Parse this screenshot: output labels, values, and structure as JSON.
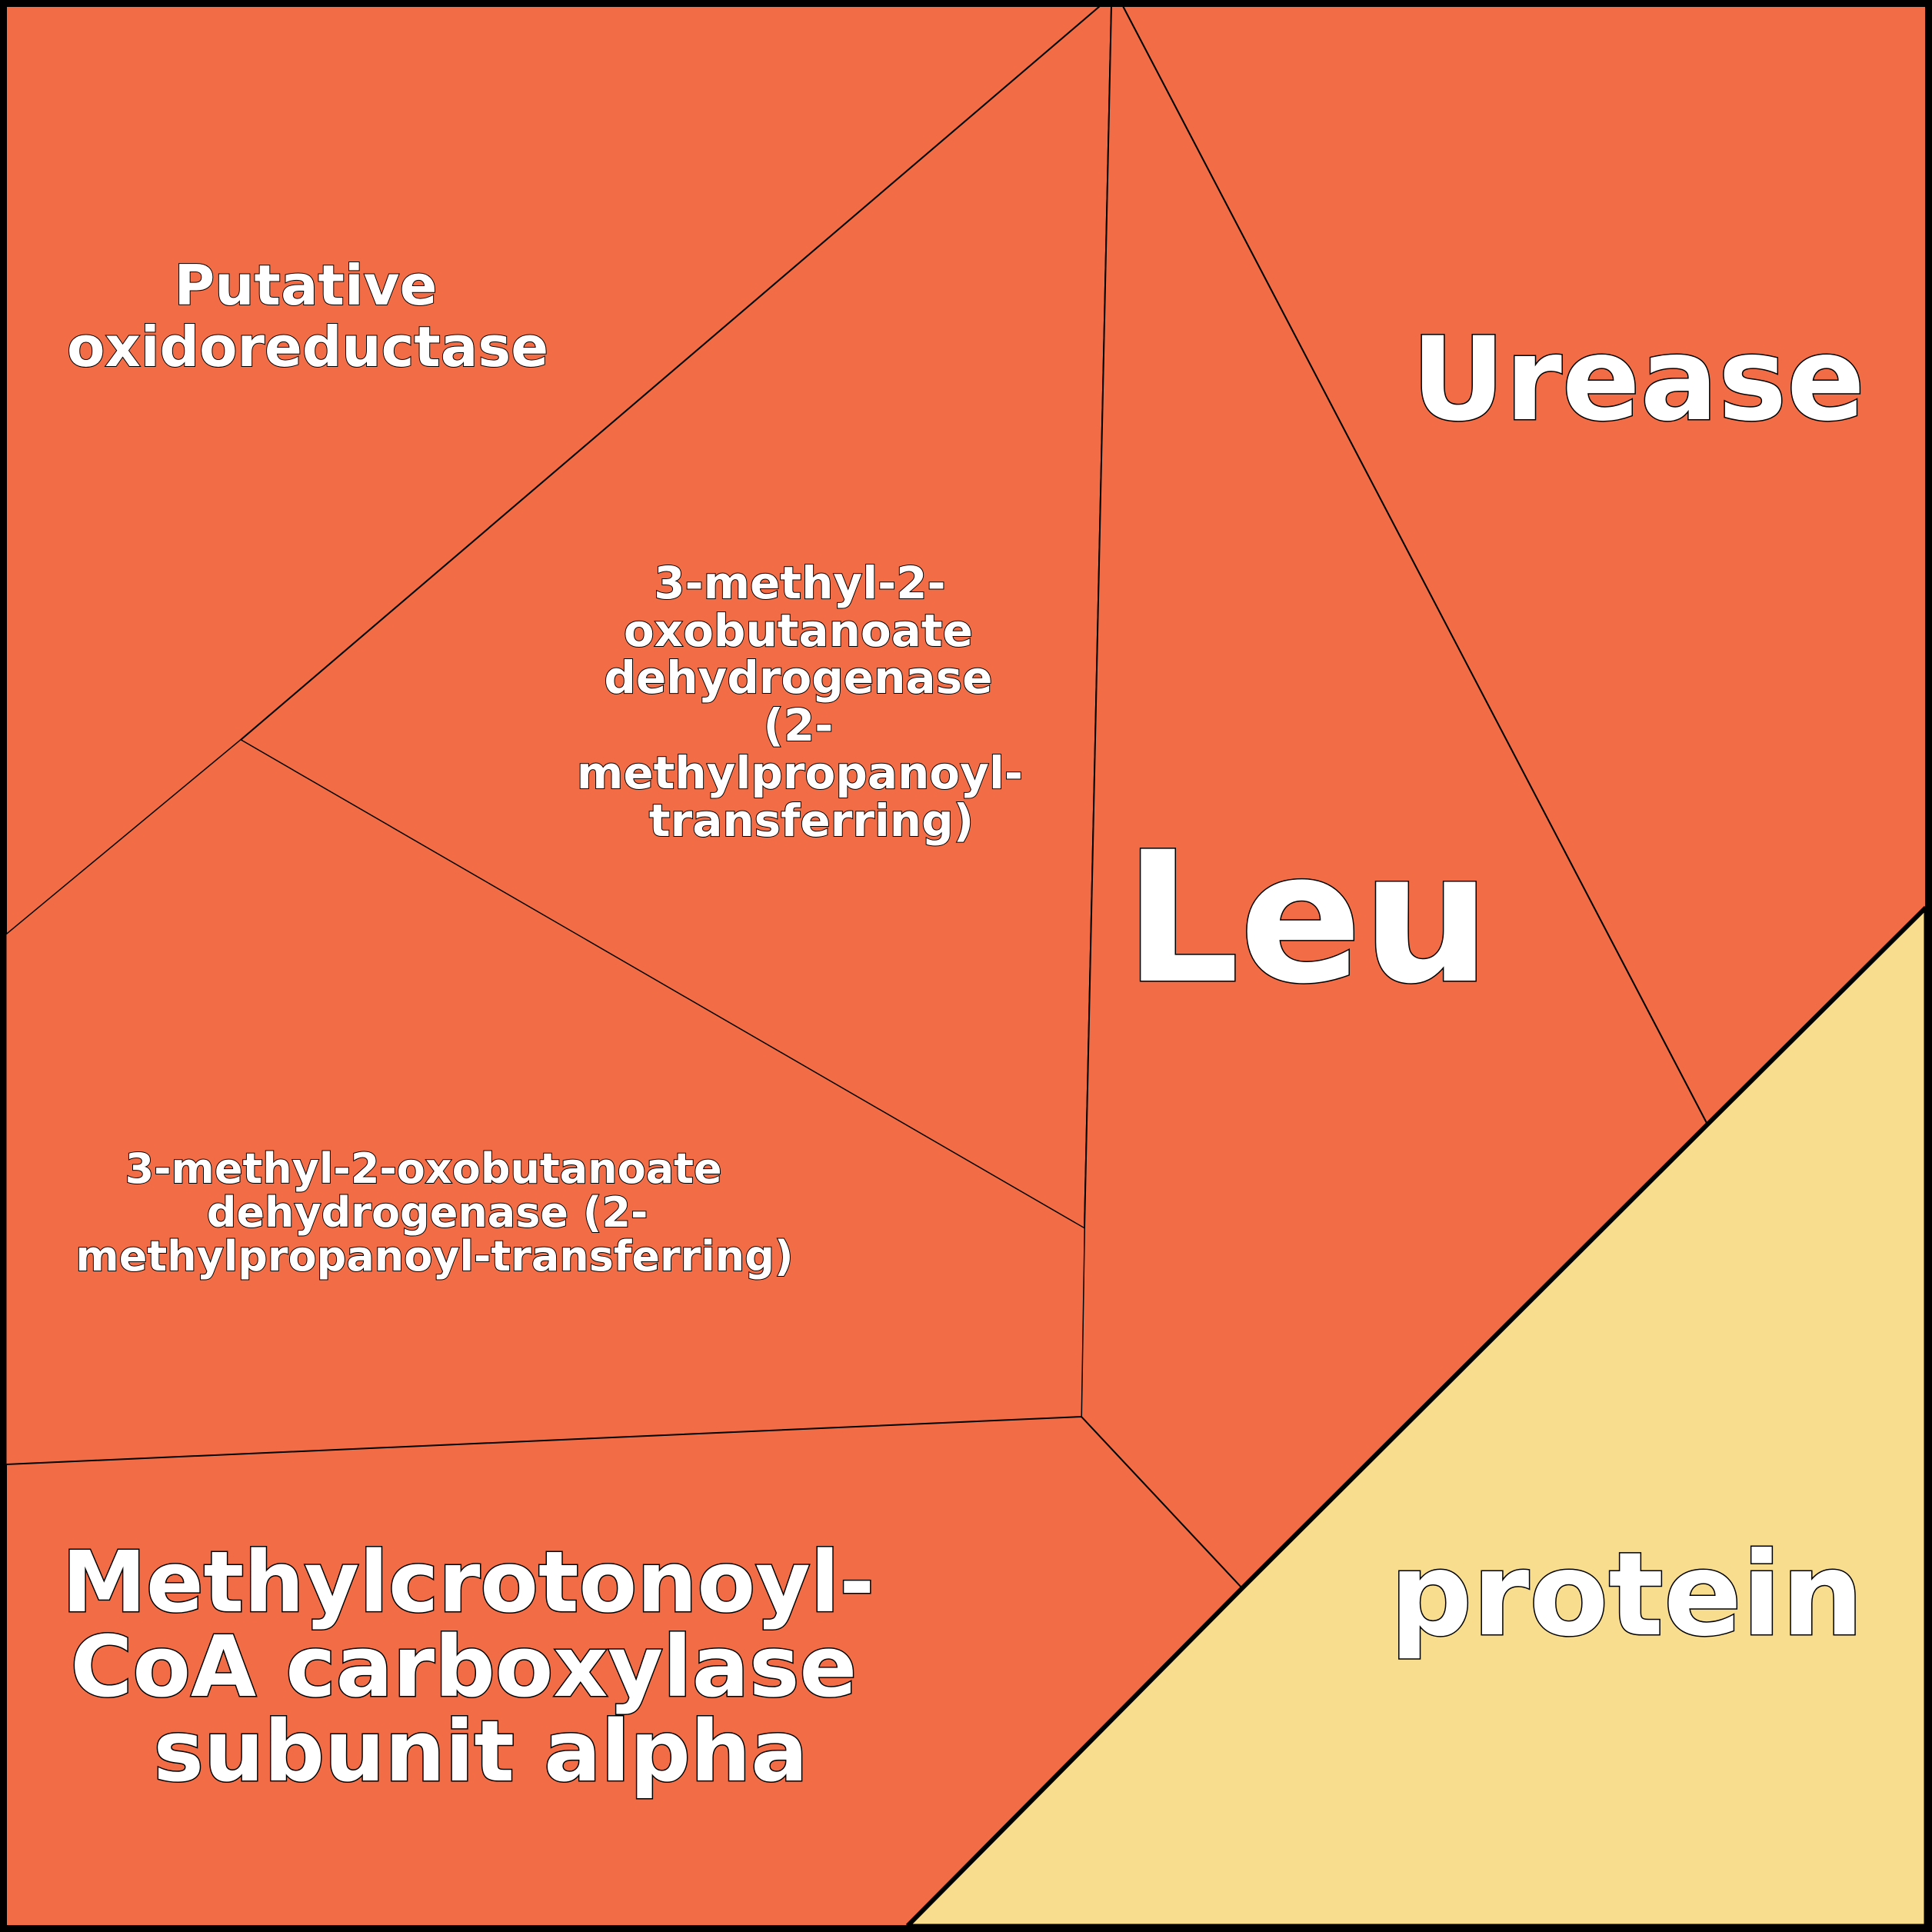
{
  "colors": {
    "group_leu": "#f26d46",
    "group_protein": "#f8dd8f",
    "border": "#000000",
    "label": "#ffffff"
  },
  "groups": [
    {
      "name": "Leu",
      "color": "#f26d46",
      "cells": [
        {
          "label": "Putative oxidoreductase",
          "lines": [
            "Putative",
            "oxidoreductase"
          ]
        },
        {
          "label": "Urease",
          "lines": [
            "Urease"
          ]
        },
        {
          "label": "3-methyl-2-oxobutanoate dehydrogenase (2-methylpropanoyl-transferring)",
          "lines": [
            "3-methyl-2-",
            "oxobutanoate",
            "dehydrogenase",
            "(2-",
            "methylpropanoyl-",
            "transferring)"
          ]
        },
        {
          "label": "Leu",
          "lines": [
            "Leu"
          ]
        },
        {
          "label": "3-methyl-2-oxobutanoate dehydrogenase (2-methylpropanoyl-transferring)",
          "lines": [
            "3-methyl-2-oxobutanoate",
            "dehydrogenase (2-",
            "methylpropanoyl-transferring)"
          ]
        },
        {
          "label": "Methylcrotonoyl-CoA carboxylase subunit alpha",
          "lines": [
            "Methylcrotonoyl-",
            "CoA carboxylase",
            "subunit alpha"
          ]
        }
      ]
    },
    {
      "name": "protein",
      "color": "#f8dd8f",
      "cells": [
        {
          "label": "protein",
          "lines": [
            "protein"
          ]
        }
      ]
    }
  ]
}
